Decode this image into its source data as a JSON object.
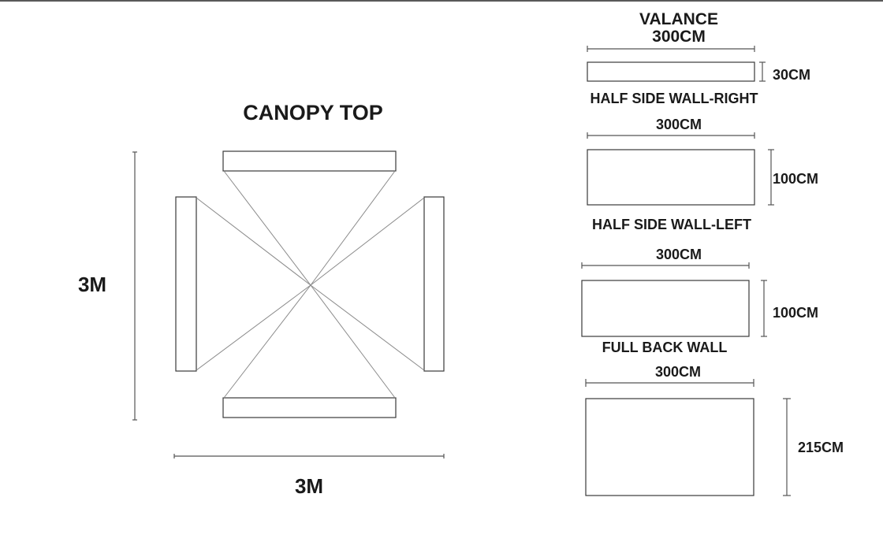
{
  "canopy": {
    "title": "CANOPY TOP",
    "height_label": "3M",
    "width_label": "3M"
  },
  "panels": {
    "valance": {
      "title_line1": "VALANCE",
      "width": "300CM",
      "height": "30CM"
    },
    "half_right": {
      "title": "HALF SIDE WALL-RIGHT",
      "width": "300CM",
      "height": "100CM"
    },
    "half_left": {
      "title": "HALF SIDE WALL-LEFT",
      "width": "300CM",
      "height": "100CM"
    },
    "full_back": {
      "title": "FULL BACK WALL",
      "width": "300CM",
      "height": "215CM"
    }
  },
  "colors": {
    "line": "#3a3a3a",
    "text": "#1a1a1a",
    "background": "#ffffff"
  }
}
